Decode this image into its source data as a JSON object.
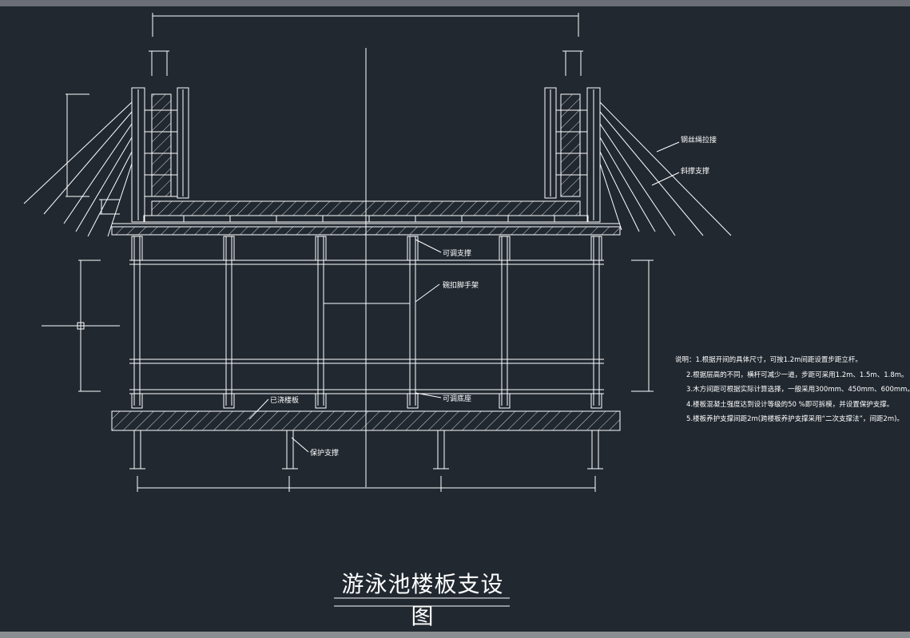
{
  "drawing": {
    "title": "游泳池楼板支设图",
    "labels": {
      "steel_wire": "钢丝绳拉接",
      "diagonal": "斜撑支撑",
      "adjustable_top": "可调支撑",
      "scaffold": "碗扣脚手架",
      "adjustable_base": "可调底座",
      "cast_slab": "已浇楼板",
      "protective": "保护支撑"
    },
    "notes": [
      "说明：1.根据开间的具体尺寸，可按1.2m间距设置步距立杆。",
      "2.根据层高的不同，横杆可减少一道，步距可采用1.2m、1.5m、1.8m。",
      "3.木方间距可根据实际计算选择，一般采用300mm、450mm、600mm。",
      "4.楼板混凝土强度达到设计等级的50    %即可拆模，并设置保护支撑。",
      "5.楼板养护支撑间距2m(跨楼板养护支撑采用“二次支撑法”，间距2m)。"
    ]
  },
  "colors": {
    "background": "#212830",
    "lines": "#ffffff"
  }
}
